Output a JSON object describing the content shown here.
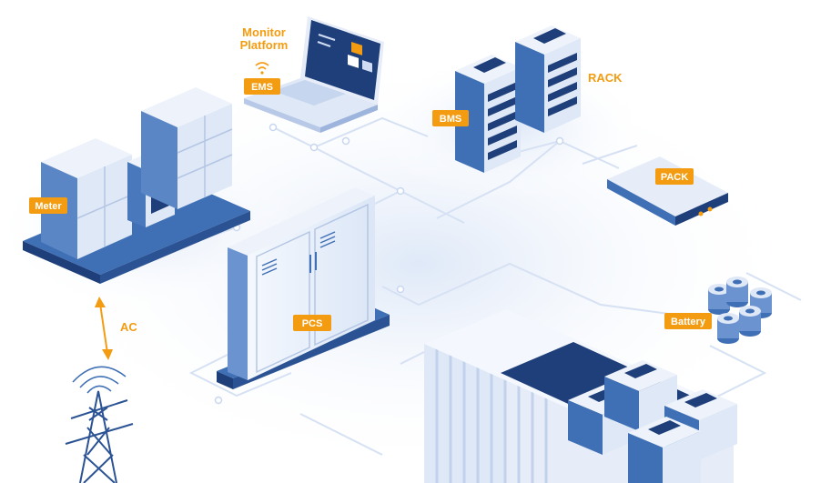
{
  "labels": {
    "monitor_line1": "Monitor",
    "monitor_line2": "Platform",
    "ems": "EMS",
    "bms": "BMS",
    "rack": "RACK",
    "pack": "PACK",
    "meter": "Meter",
    "pcs": "PCS",
    "battery": "Battery",
    "ac": "AC"
  },
  "colors": {
    "accent": "#f39c12",
    "navy": "#1f3f7a",
    "blue": "#3f6fb5",
    "light_blue": "#cfdcf3",
    "pale": "#e9f0fb",
    "line": "#d6e1f3"
  },
  "icons": {
    "wifi": "wifi-icon",
    "ac_arrow": "double-arrow-icon",
    "tower": "transmission-tower-icon"
  }
}
